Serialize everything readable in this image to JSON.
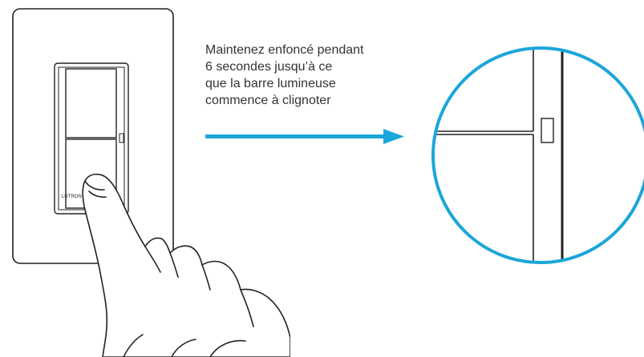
{
  "instruction": {
    "lines": [
      "Maintenez enfoncé pendant",
      "6 secondes jusqu’à ce",
      "que la barre lumineuse",
      "commence à clignoter"
    ]
  },
  "device": {
    "brand_mark": "LUTRON"
  },
  "colors": {
    "accent": "#1ba6d9",
    "line": "#222222",
    "text": "#333333"
  }
}
